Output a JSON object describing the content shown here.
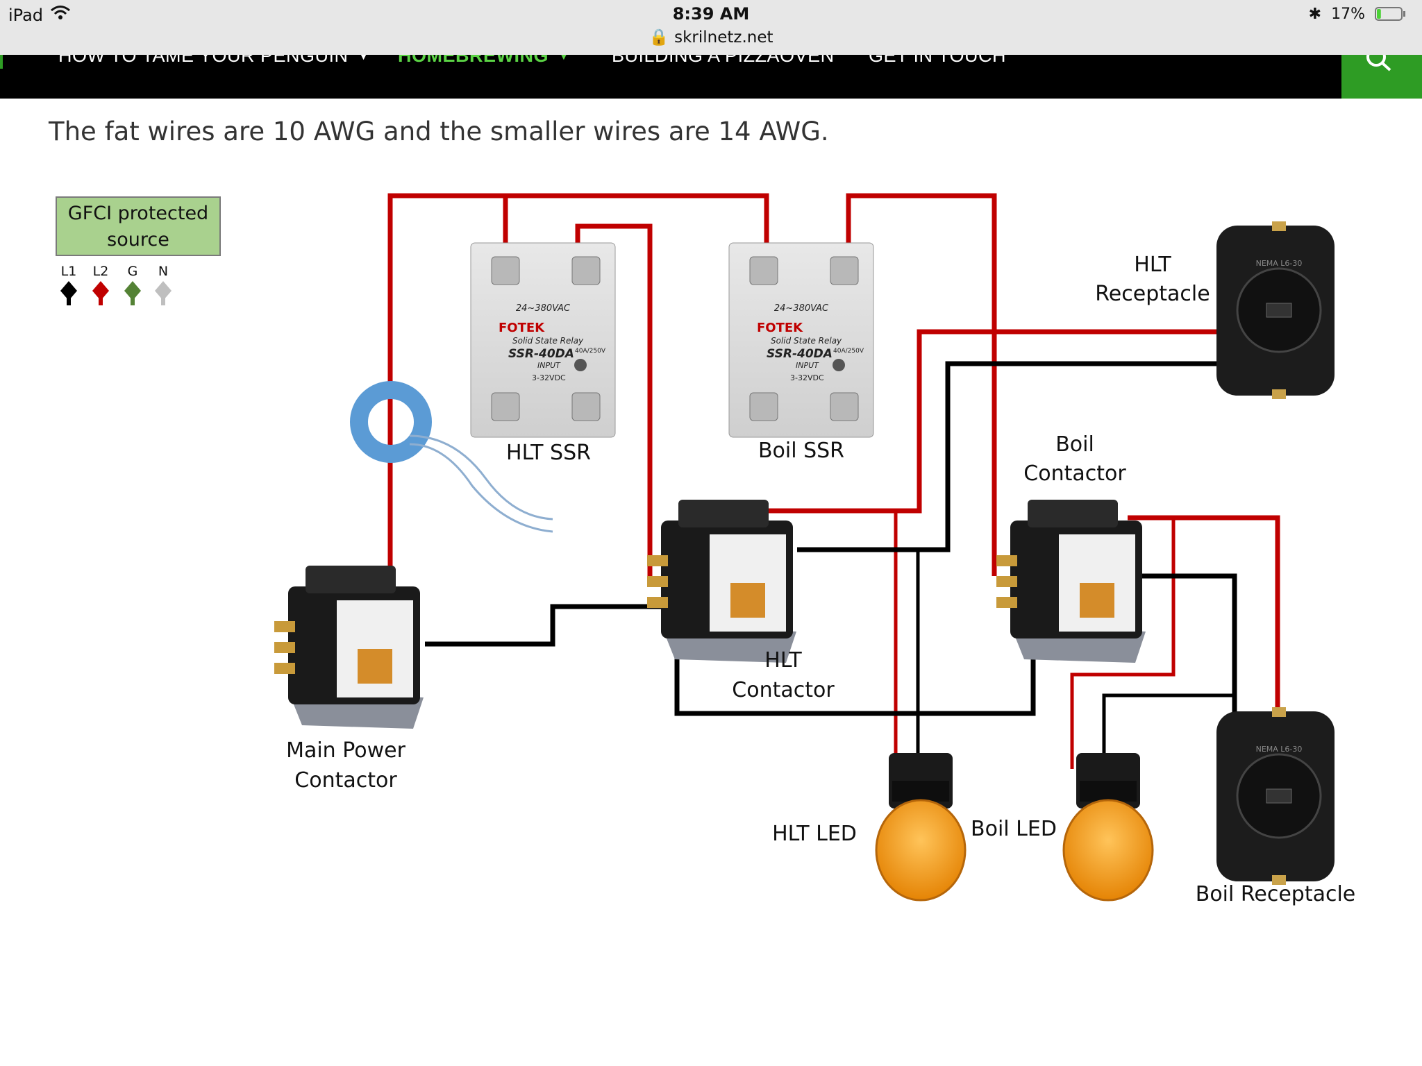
{
  "status_bar": {
    "device": "iPad",
    "time": "8:39 AM",
    "url": "skrilnetz.net",
    "battery": "17%",
    "battery_level": 0.17
  },
  "nav": {
    "items": [
      {
        "label": "HOW TO TAME YOUR PENGUIN",
        "has_dropdown": true
      },
      {
        "label": "HOMEBREWING",
        "has_dropdown": true,
        "active": true
      },
      {
        "label": "BUILDING A PIZZAOVEN",
        "has_dropdown": false
      },
      {
        "label": "GET IN TOUCH",
        "has_dropdown": false
      }
    ],
    "active_color": "#5bd345",
    "search_bg": "#2e9c24"
  },
  "article": {
    "intro": "The fat wires are 10 AWG and the smaller wires are 14 AWG."
  },
  "diagram": {
    "gfci_label": "GFCI protected source",
    "legend": [
      {
        "label": "L1",
        "color": "#000000"
      },
      {
        "label": "L2",
        "color": "#c00000"
      },
      {
        "label": "G",
        "color": "#548235"
      },
      {
        "label": "N",
        "color": "#bfbfbf"
      }
    ],
    "ssr_brand": "FOTEK",
    "ssr_model": "SSR-40DA",
    "ssr_text": {
      "voltage": "24~380VAC",
      "subtitle": "Solid State Relay",
      "rating": "40A/250V",
      "input": "INPUT",
      "input_range": "3-32VDC"
    },
    "receptacle_text": "NEMA L6-30",
    "labels": {
      "hlt_ssr": "HLT SSR",
      "boil_ssr": "Boil SSR",
      "hlt_receptacle_1": "HLT",
      "hlt_receptacle_2": "Receptacle",
      "boil_contactor_1": "Boil",
      "boil_contactor_2": "Contactor",
      "hlt_contactor_1": "HLT",
      "hlt_contactor_2": "Contactor",
      "main_contactor_1": "Main Power",
      "main_contactor_2": "Contactor",
      "hlt_led": "HLT LED",
      "boil_led": "Boil LED",
      "boil_receptacle": "Boil Receptacle"
    },
    "colors": {
      "hot_wire": "#c00000",
      "neutral_wire": "#000000",
      "current_sensor": "#5b9bd5",
      "led": "#f59a17"
    }
  }
}
